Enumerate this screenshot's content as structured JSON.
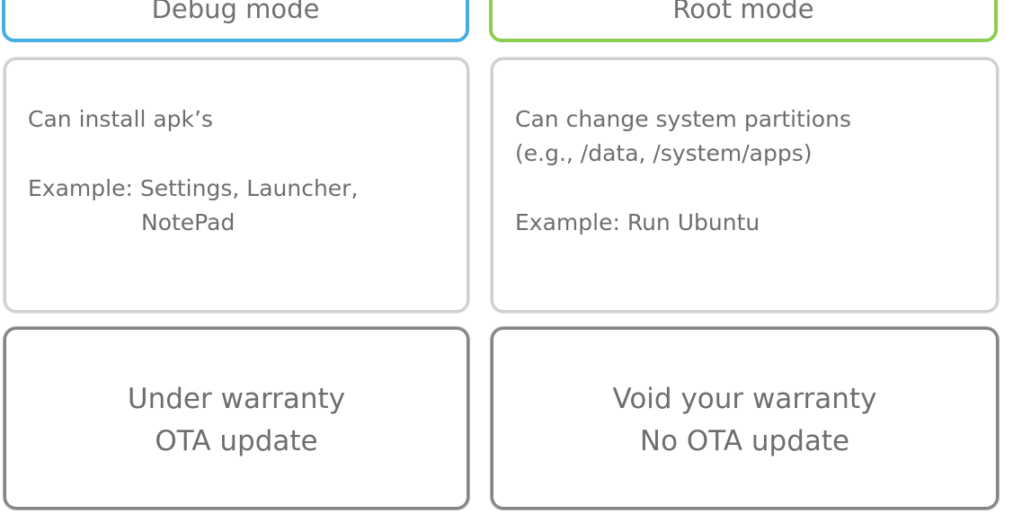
{
  "debug": {
    "title": "Debug mode",
    "detail": {
      "line1": "Can install apk’s",
      "example_line1": "Example: Settings, Launcher,",
      "example_line2": "NotePad"
    },
    "footer": {
      "line1": "Under warranty",
      "line2": "OTA update"
    }
  },
  "root": {
    "title": "Root mode",
    "detail": {
      "line1": "Can change system partitions",
      "line2": "(e.g., /data, /system/apps)",
      "example_line1": "Example: Run Ubuntu"
    },
    "footer": {
      "line1": "Void your warranty",
      "line2": "No OTA update"
    }
  },
  "colors": {
    "debug_accent": "#46aee0",
    "root_accent": "#8ccf50",
    "detail_border": "#d0d0d0",
    "footer_border": "#858585",
    "text": "#6e6e6e"
  }
}
